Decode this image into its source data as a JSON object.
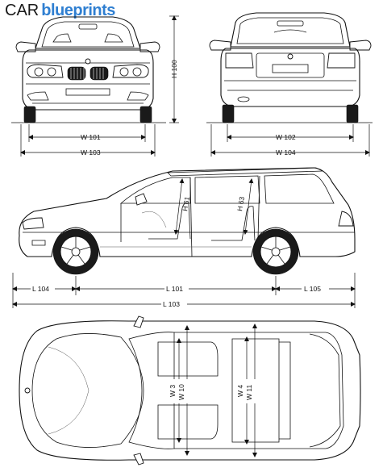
{
  "logo": {
    "prefix": "CAR",
    "suffix": "blueprints"
  },
  "colors": {
    "logo_accent": "#2f7fd1",
    "line": "#111111"
  },
  "front_view": {
    "labels": {
      "width_track": "W 101",
      "width_overall": "W 103",
      "height": "H 100"
    }
  },
  "rear_view": {
    "labels": {
      "width_track": "W 102",
      "width_overall": "W 104"
    }
  },
  "side_view": {
    "labels": {
      "front_overhang": "L 104",
      "wheelbase": "L 101",
      "rear_overhang": "L 105",
      "overall_length": "L 103",
      "front_headroom": "H 61",
      "rear_headroom": "H 63"
    }
  },
  "top_view": {
    "labels": {
      "front_seat_dim_a": "W 3",
      "front_seat_dim_b": "W 10",
      "rear_seat_dim_a": "W 4",
      "rear_seat_dim_b": "W 11"
    }
  }
}
